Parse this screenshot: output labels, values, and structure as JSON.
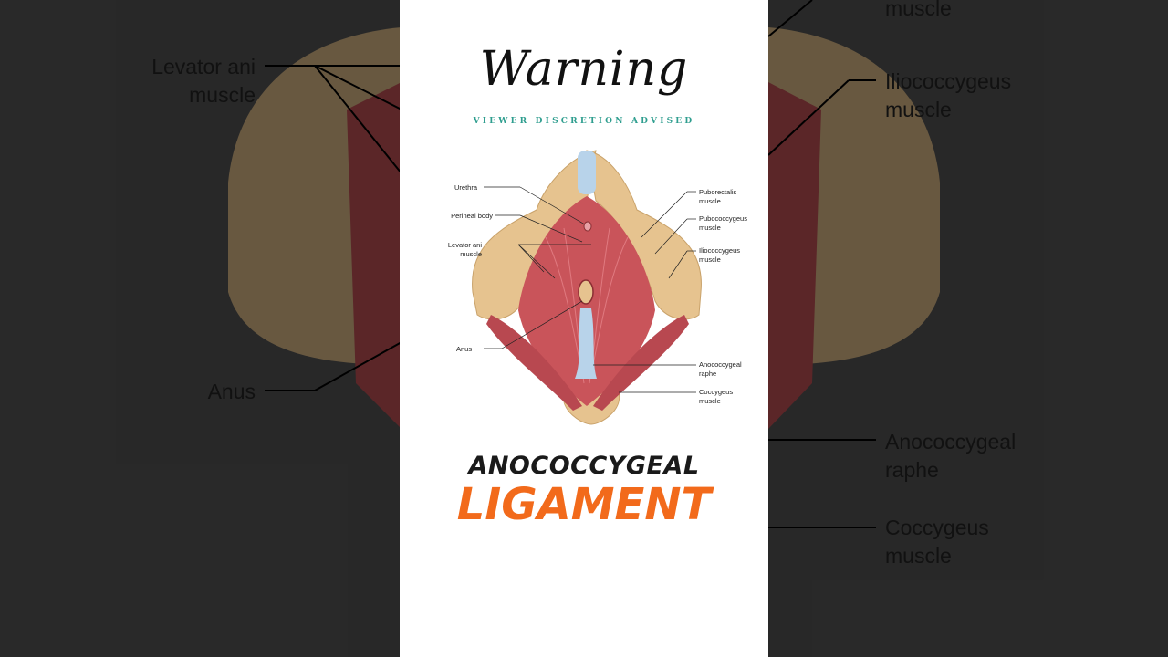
{
  "title_script": "Warning",
  "subtitle": "VIEWER DISCRETION ADVISED",
  "heading_line1": "ANOCOCCYGEAL",
  "heading_line2": "LIGAMENT",
  "colors": {
    "accent_teal": "#2f9e8f",
    "accent_orange": "#f26a1b",
    "muscle": "#c9545a",
    "bone": "#e6c38f",
    "raphe": "#b8d3ea"
  },
  "diagram": {
    "labels_left": [
      "Urethra",
      "Perineal body",
      "Levator ani muscle",
      "Anus"
    ],
    "labels_right": [
      "Puborectalis muscle",
      "Pubococcygeus muscle",
      "Iliococcygeus muscle",
      "Anococcygeal raphe",
      "Coccygeus muscle"
    ]
  },
  "background_labels": {
    "left_levator": "Levator ani muscle",
    "left_anus": "Anus",
    "right_top": "muscle",
    "right_ilio": "Iliococcygeus muscle",
    "right_anoco": "Anococcygeal raphe",
    "right_coccy": "Coccygeus muscle"
  }
}
